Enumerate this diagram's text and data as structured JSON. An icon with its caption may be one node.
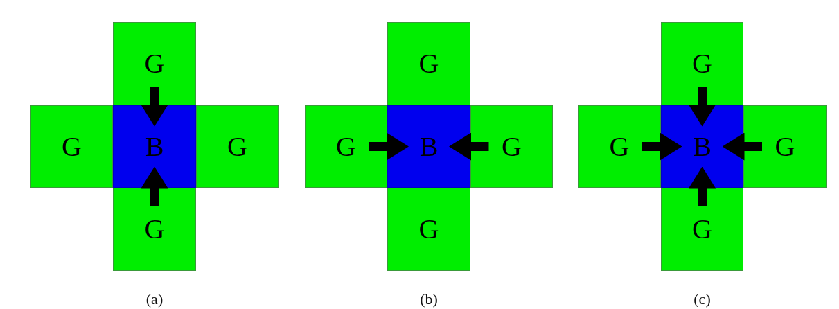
{
  "diagram": {
    "nodes": [
      {
        "text": [
          "G"
        ]
      },
      {
        "text": [
          "G"
        ]
      },
      {
        "text": [
          "B"
        ]
      },
      {
        "text": [
          "G"
        ]
      },
      {
        "text": [
          "G"
        ]
      },
      {
        "text": [
          "G"
        ]
      },
      {
        "text": [
          "G"
        ]
      },
      {
        "text": [
          "B"
        ]
      },
      {
        "text": [
          "G"
        ]
      },
      {
        "text": [
          "G"
        ]
      },
      {
        "text": [
          "G"
        ]
      },
      {
        "text": [
          "G"
        ]
      },
      {
        "text": [
          "B"
        ]
      },
      {
        "text": [
          "G"
        ]
      },
      {
        "text": [
          "G"
        ]
      }
    ],
    "edges": [
      {
        "from": 0,
        "to": 2,
        "arrow": "to"
      },
      {
        "from": 4,
        "to": 2,
        "arrow": "to"
      },
      {
        "from": 6,
        "to": 7,
        "arrow": "to"
      },
      {
        "from": 8,
        "to": 7,
        "arrow": "to"
      },
      {
        "from": 10,
        "to": 12,
        "arrow": "to"
      },
      {
        "from": 11,
        "to": 12,
        "arrow": "to"
      },
      {
        "from": 13,
        "to": 12,
        "arrow": "to"
      },
      {
        "from": 14,
        "to": 12,
        "arrow": "to"
      }
    ],
    "labels": [
      "(a)",
      "(b)",
      "(c)"
    ]
  }
}
